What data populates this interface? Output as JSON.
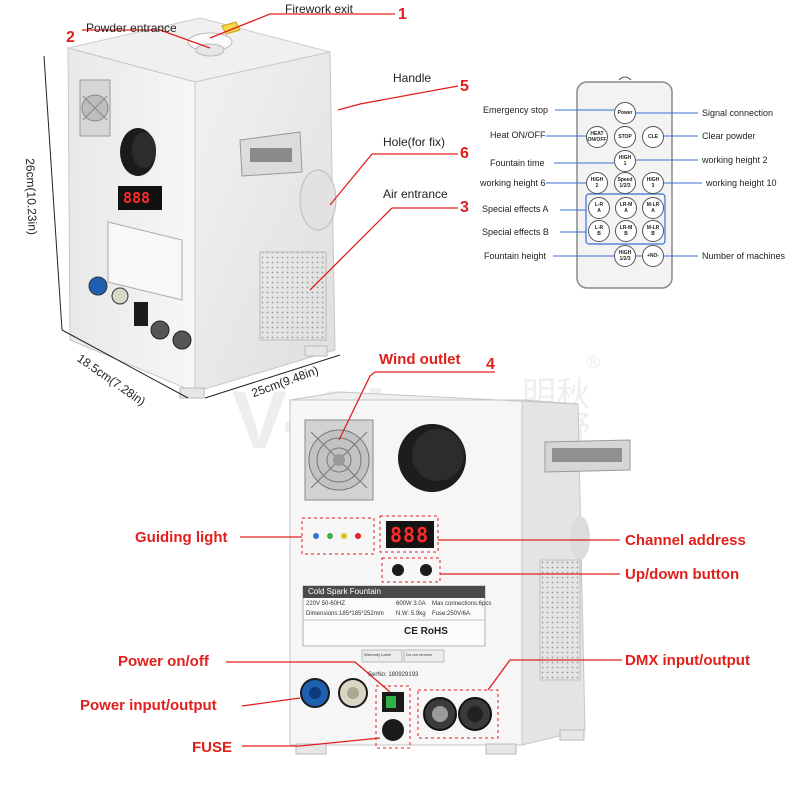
{
  "top_labels": {
    "firework_exit": "Firework exit",
    "powder_entrance": "Powder entrance",
    "handle": "Handle",
    "hole_fix": "Hole(for fix)",
    "air_entrance": "Air entrance",
    "n1": "1",
    "n2": "2",
    "n3": "3",
    "n4": "4",
    "n5": "5",
    "n6": "6"
  },
  "dimensions": {
    "height": "26cm(10.23in)",
    "depth": "18.5cm(7.28in)",
    "width": "25cm(9.48in)"
  },
  "remote": {
    "left_labels": [
      "Emergency stop",
      "Heat ON/OFF",
      "Fountain time",
      "working height 6",
      "Special effects A",
      "Special effects B",
      "Fountain height"
    ],
    "right_labels": [
      "Signal connection",
      "Clear powder",
      "working height 2",
      "working height 10",
      "Number of machines"
    ],
    "buttons": [
      "Power",
      "HEAT\nON/OFF",
      "STOP",
      "CLE",
      "HIGH\n1",
      "HIGH\n2",
      "Speed\n1/2/3",
      "HIGH\n3",
      "L-R\nA",
      "LR-M\nA",
      "M-LR\nA",
      "L-R\nB",
      "LR-M\nB",
      "M-LR\nB",
      "HIGH\n1/2/3",
      "+NO-"
    ]
  },
  "rear_labels": {
    "wind_outlet": "Wind outlet",
    "guiding_light": "Guiding light",
    "channel_address": "Channel address",
    "updown_button": "Up/down button",
    "power_onoff": "Power on/off",
    "dmx": "DMX input/output",
    "power_io": "Power input/output",
    "fuse": "FUSE"
  },
  "device": {
    "display": "888",
    "nameplate_title": "Cold Spark Fountain",
    "spec_voltage": "220V 50-60HZ",
    "spec_power": "600W 3.0A",
    "spec_max": "Max connections:6pcs",
    "spec_dims": "Dimensions:185*185*252mm",
    "spec_nw": "N.W: 5.9kg",
    "spec_fuse": "Fuse:250V/6A",
    "cert": "CE RoHS",
    "serial": "SerNo: 180929193",
    "sticker_a": "Warranty Label",
    "sticker_b": "Do not remove"
  },
  "watermark": {
    "latin": "V-Show",
    "cjk_top": "明秋",
    "cjk_bottom": "明野",
    "reg": "®"
  },
  "colors": {
    "accent": "#e0201c",
    "blue_box": "#3a6fd0",
    "display": "#ff2a2a"
  }
}
